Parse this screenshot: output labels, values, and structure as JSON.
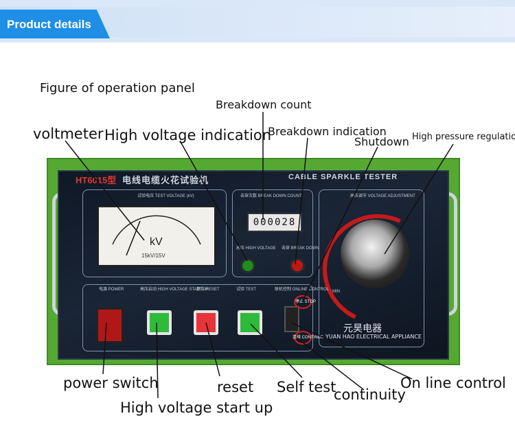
{
  "header": {
    "title": "Product details"
  },
  "figure_title": "Figure of operation panel",
  "panel": {
    "model": "HT6015型",
    "name_cn": "电线电缆火花试验机",
    "name_en": "CABLE SPARKLE TESTER",
    "maker_cn": "元昊电器",
    "maker_en": "YUAN HAO ELECTRICAL APPLIANCE",
    "counter_value": "000028",
    "meter_unit": "kV",
    "meter_range": "15kV/15V",
    "section_labels": {
      "test_voltage": "试验电压 TEST VOLTAGE (kV)",
      "breakdown_count": "击穿次数 BREAK DOWN COUNT",
      "high_voltage": "高压 HIGH VOLTAGE",
      "break_down": "击穿 BREAK DOWN",
      "voltage_adjustment": "高压调节 VOLTAGE ADJUSTMENT",
      "power": "电源 POWER",
      "hv_startup": "高压启动 HIGH VOLTAGE STARTUP",
      "reset": "复位 RESET",
      "test": "试验 TEST",
      "online_control": "联机控制 ONLINE CONTROL",
      "stop": "停止 STOP",
      "continue": "连续 CONTINUE",
      "min": "MIN"
    }
  },
  "callouts": {
    "voltmeter": "voltmeter",
    "high_voltage_indication": "High voltage indication",
    "breakdown_count": "Breakdown count",
    "breakdown_indication": "Breakdown indication",
    "shutdown": "Shutdown",
    "high_pressure_regulation": "High pressure regulation",
    "power_switch": "power switch",
    "reset": "reset",
    "self_test": "Self test",
    "continuity": "continuity",
    "online_control": "On line control",
    "high_voltage_start_up": "High voltage start up"
  },
  "colors": {
    "banner_tab": "#1f8ee6",
    "banner_bg": "#d9e7f8",
    "panel_green": "#55a932",
    "glass": "#1a2536"
  }
}
